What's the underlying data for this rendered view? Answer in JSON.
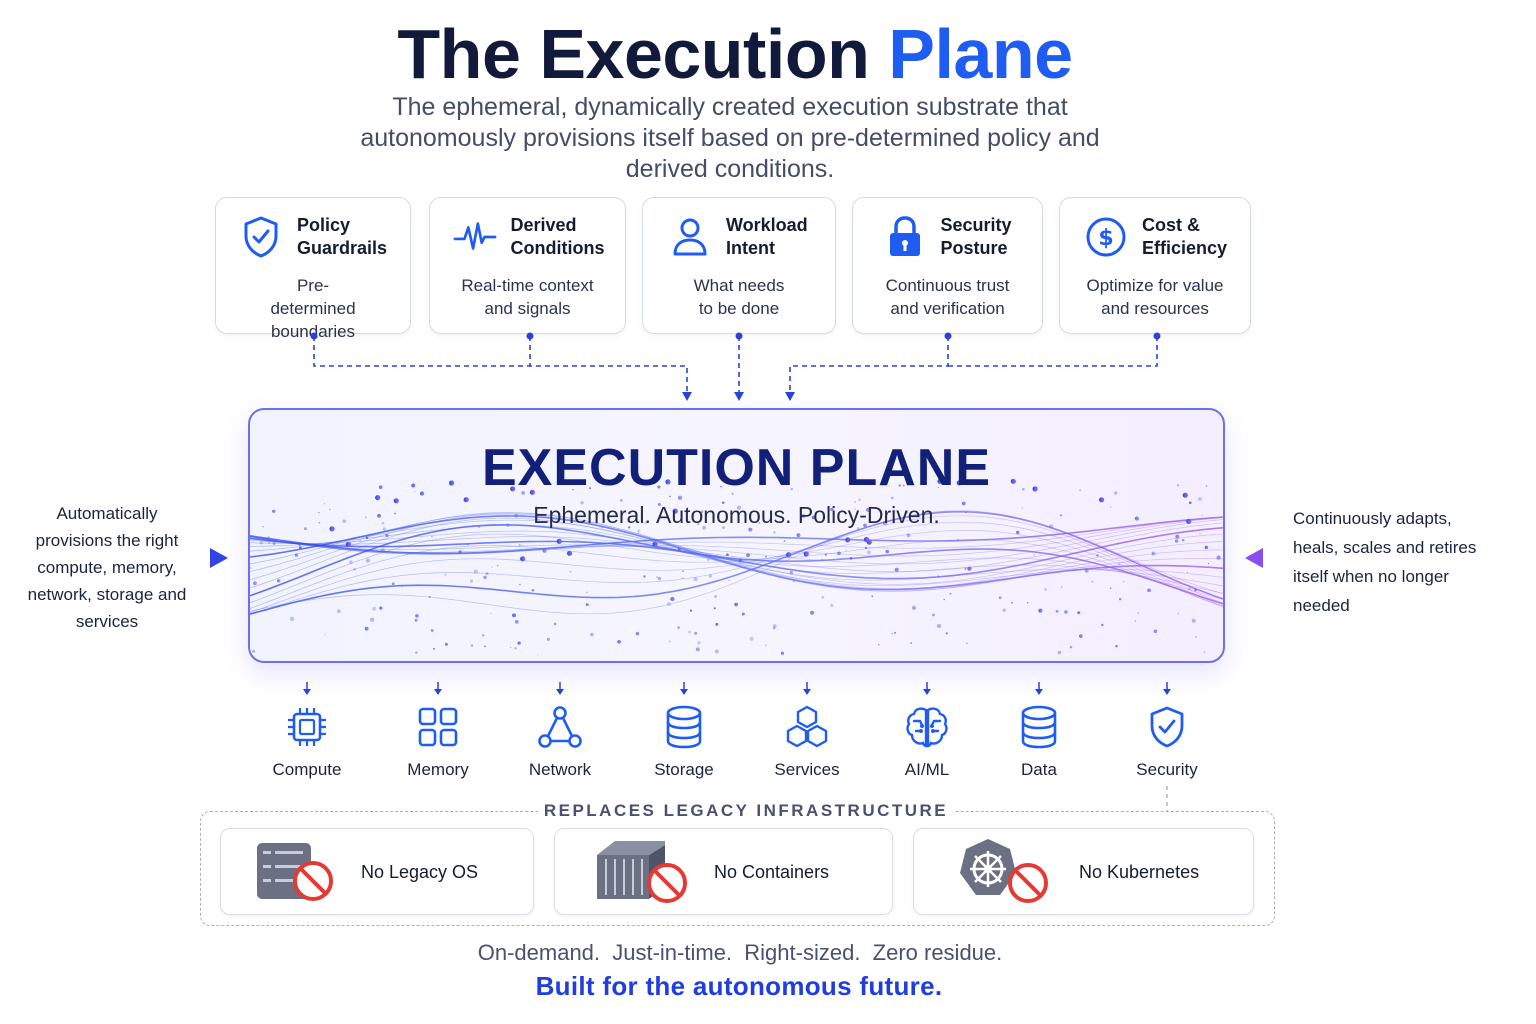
{
  "header": {
    "title_main": "The Execution",
    "title_accent": "Plane",
    "subtitle": "The ephemeral, dynamically created execution substrate that autonomously provisions itself based on pre-determined policy and derived conditions."
  },
  "inputs": [
    {
      "title": "Policy Guardrails",
      "desc": "Pre-determined boundaries",
      "icon": "shield-check-icon"
    },
    {
      "title": "Derived Conditions",
      "desc": "Real-time context and signals",
      "icon": "pulse-icon"
    },
    {
      "title": "Workload Intent",
      "desc": "What needs to be done",
      "icon": "user-icon"
    },
    {
      "title": "Security Posture",
      "desc": "Continuous trust and verification",
      "icon": "lock-icon"
    },
    {
      "title": "Cost & Efficiency",
      "desc": "Optimize for value and resources",
      "icon": "dollar-icon"
    }
  ],
  "plane": {
    "title": "EXECUTION PLANE",
    "tagline": "Ephemeral. Autonomous. Policy-Driven."
  },
  "side": {
    "left": "Automatically provisions the right compute, memory, network, storage and services",
    "right": "Continuously adapts, heals, scales and retires itself when no longer needed"
  },
  "resources": [
    {
      "label": "Compute",
      "icon": "cpu-icon"
    },
    {
      "label": "Memory",
      "icon": "grid-icon"
    },
    {
      "label": "Network",
      "icon": "network-icon"
    },
    {
      "label": "Storage",
      "icon": "database-icon"
    },
    {
      "label": "Services",
      "icon": "cubes-icon"
    },
    {
      "label": "AI/ML",
      "icon": "brain-icon"
    },
    {
      "label": "Data",
      "icon": "database-icon"
    },
    {
      "label": "Security",
      "icon": "shield-check-icon"
    }
  ],
  "legacy": {
    "title": "REPLACES LEGACY INFRASTRUCTURE",
    "items": [
      {
        "label": "No Legacy OS",
        "icon": "server-icon"
      },
      {
        "label": "No Containers",
        "icon": "container-icon"
      },
      {
        "label": "No Kubernetes",
        "icon": "kubernetes-icon"
      }
    ]
  },
  "footer": {
    "line1": "On-demand.  Just-in-time.  Right-sized.  Zero residue.",
    "line2": "Built for the autonomous future."
  },
  "colors": {
    "accent": "#1f5cf2",
    "navy": "#12207a",
    "purple": "#8a4df0",
    "prohibit": "#e53935"
  }
}
